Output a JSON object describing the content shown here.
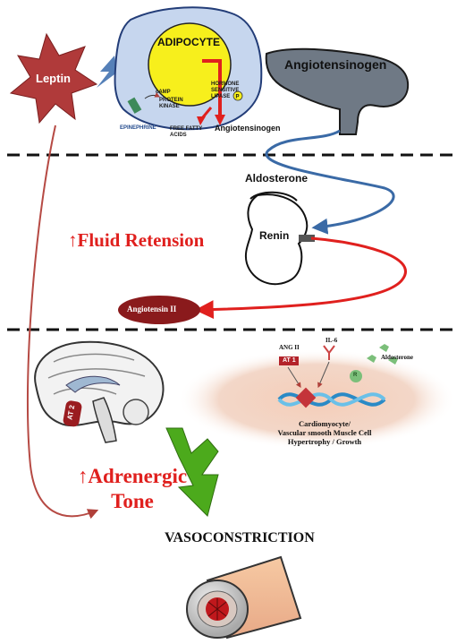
{
  "figure": {
    "leptin": "Leptin",
    "adipocyte": {
      "title": "ADIPOCYTE",
      "camp": "cAMP",
      "protein_kinase": "PROTEIN KINASE",
      "hsl": "HORMONE SENSITIVE LIPASE",
      "phosphate": "P",
      "epinephrine": "EPINEPHRINE",
      "ffa": "FREE FATTY ACIDS",
      "angiotensinogen_out": "Angiotensinogen"
    },
    "liver_label": "Angiotensinogen",
    "aldosterone": "Aldosterone",
    "renin": "Renin",
    "fluid": {
      "arrow": "↑",
      "text": "Fluid Retension"
    },
    "angiotensin_ii": "Angiotensin II",
    "brain": {
      "at2": "AT 2"
    },
    "cell": {
      "ang_ii": "ANG II",
      "il6": "IL-6",
      "at1": "AT 1",
      "aldosterone": "Aldosterone",
      "receptor": "R",
      "line1": "Cardiomyocyte/",
      "line2": "Vascular smooth Muscle Cell",
      "line3": "Hypertrophy / Growth"
    },
    "adrenergic": {
      "arrow": "↑",
      "line1": "Adrenergic",
      "line2": "Tone"
    },
    "vasoconstriction": "VASOCONSTRICTION"
  },
  "colors": {
    "red_text": "#e0201e",
    "leptin_star": "#b03a3a",
    "adipocyte_yellow": "#f7ef1c",
    "adipocyte_membrane": "#c6d6ee",
    "liver": "#707a86",
    "blue_arrow": "#3a6aa6",
    "angiotensin_ii": "#8a1a1c",
    "green_arrow": "#4caa1c"
  }
}
